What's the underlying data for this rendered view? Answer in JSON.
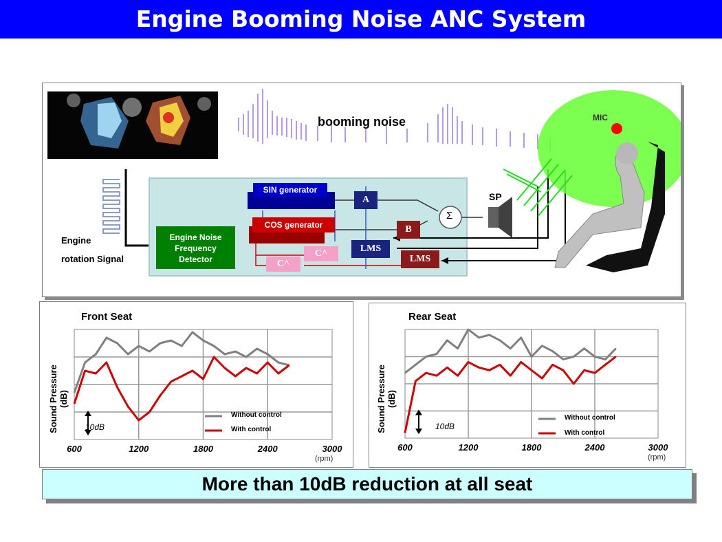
{
  "slide": {
    "title": "Engine Booming Noise ANC System"
  },
  "diagram": {
    "booming_noise_label": "booming noise",
    "engine_label_1": "Engine",
    "engine_label_2": "rotation Signal",
    "sin_generator": "SIN generator",
    "cos_generator": "COS generator",
    "detector_line1": "Engine Noise",
    "detector_line2": "Frequency",
    "detector_line3": "Detector",
    "block_a": "A",
    "block_b": "B",
    "lms_1": "LMS",
    "lms_2": "LMS",
    "sum_symbol": "Σ",
    "c1": "C^",
    "c2": "C^",
    "speaker_label": "SP",
    "mic_label": "MIC",
    "colors": {
      "sin": "#000099",
      "cos": "#cc0000",
      "detector": "#008000",
      "lms": "#800000",
      "dsp_bg": "#c8e6e6",
      "mic_zone": "#33ff33"
    }
  },
  "charts": {
    "front": {
      "title": "Front Seat",
      "ylabel": "Sound Pressure\n(dB)"
    },
    "rear": {
      "title": "Rear Seat",
      "ylabel": "Sound Pressure\n(dB)"
    },
    "scale_label": "10dB",
    "x_unit": "(rpm)",
    "x_ticks": [
      "600",
      "1200",
      "1800",
      "2400",
      "3000"
    ],
    "legend": {
      "without": "Without control",
      "with": "With control"
    }
  },
  "chart_data": [
    {
      "type": "line",
      "title": "Front Seat",
      "ylabel": "Sound Pressure (dB)",
      "xlabel": "(rpm)",
      "xlim": [
        600,
        3000
      ],
      "ylim": [
        -40,
        0
      ],
      "grid": true,
      "legend": "bottom-right",
      "x": [
        600,
        700,
        800,
        900,
        1000,
        1100,
        1200,
        1300,
        1400,
        1500,
        1600,
        1700,
        1800,
        1900,
        2000,
        2100,
        2200,
        2300,
        2400,
        2500,
        2600
      ],
      "series": [
        {
          "name": "Without control",
          "color": "#808080",
          "values": [
            -23,
            -12,
            -9,
            -3,
            -5,
            -9,
            -6,
            -8,
            -5,
            -4,
            -6,
            -1,
            -4,
            -6,
            -9,
            -8,
            -10,
            -7,
            -9,
            -12,
            -13
          ]
        },
        {
          "name": "With control",
          "color": "#cc0000",
          "values": [
            -27,
            -15,
            -16,
            -12,
            -21,
            -28,
            -33,
            -30,
            -24,
            -19,
            -17,
            -15,
            -18,
            -10,
            -14,
            -17,
            -14,
            -16,
            -12,
            -16,
            -13
          ]
        }
      ]
    },
    {
      "type": "line",
      "title": "Rear Seat",
      "ylabel": "Sound Pressure (dB)",
      "xlabel": "(rpm)",
      "xlim": [
        600,
        3000
      ],
      "ylim": [
        -40,
        0
      ],
      "grid": true,
      "legend": "bottom-right",
      "x": [
        600,
        700,
        800,
        900,
        1000,
        1100,
        1200,
        1300,
        1400,
        1500,
        1600,
        1700,
        1800,
        1900,
        2000,
        2100,
        2200,
        2300,
        2400,
        2500,
        2600
      ],
      "series": [
        {
          "name": "Without control",
          "color": "#808080",
          "values": [
            -16,
            -13,
            -10,
            -9,
            -4,
            -7,
            0,
            -3,
            -2,
            -4,
            -7,
            -3,
            -10,
            -6,
            -8,
            -11,
            -10,
            -7,
            -10,
            -11,
            -7
          ]
        },
        {
          "name": "With control",
          "color": "#cc0000",
          "values": [
            -38,
            -19,
            -16,
            -17,
            -14,
            -17,
            -12,
            -14,
            -15,
            -13,
            -17,
            -12,
            -15,
            -18,
            -13,
            -15,
            -20,
            -15,
            -16,
            -13,
            -10
          ]
        }
      ]
    }
  ],
  "footer": {
    "text": "More than 10dB reduction at all seat"
  }
}
